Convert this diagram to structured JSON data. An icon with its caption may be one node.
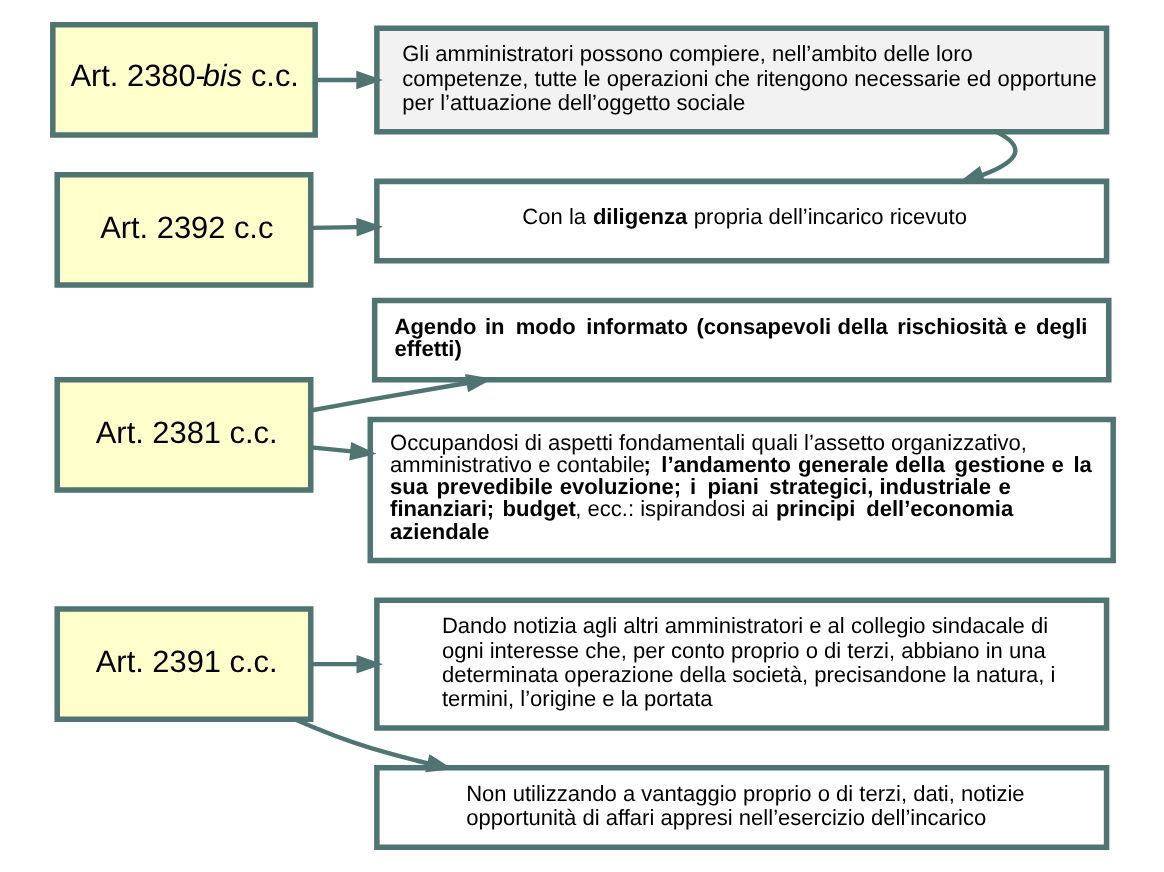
{
  "diagram": {
    "nodes": [
      {
        "text": [
          "Art. 2380-*bis* c.c."
        ]
      },
      {
        "text": [
          "Gli amministratori possono compiere, nell’ambito delle loro competenze, tutte le operazioni che ritengono necessarie ed opportune per l’attuazione dell’oggetto sociale"
        ]
      },
      {
        "text": [
          "Art. 2392 c.c"
        ]
      },
      {
        "text": [
          "Con la **diligenza** propria dell’incarico ricevuto"
        ]
      },
      {
        "text": [
          "Art. 2381 c.c."
        ]
      },
      {
        "text": [
          "Agendo in modo informato (consapevoli della rischiosità e degli effetti)"
        ]
      },
      {
        "text": [
          "Occupandosi di aspetti fondamentali quali l’assetto organizzativo, amministrativo e contabile**; l’andamento generale della gestione e la sua prevedibile evoluzione; i piani strategici, industriale e finanziari; budget**, ecc.: ispirandosi ai **principi dell’economia aziendale**"
        ]
      },
      {
        "text": [
          "Art. 2391 c.c."
        ]
      },
      {
        "text": [
          "Dando notizia agli altri amministratori e al collegio sindacale di ogni interesse che, per conto proprio o di terzi, abbiano in una determinata operazione della società, precisandone la natura, i termini, l’origine e la portata"
        ]
      },
      {
        "text": [
          "Non utilizzando a vantaggio proprio o di terzi, dati, notizie opportunità di affari appresi nell’esercizio dell’incarico"
        ]
      }
    ],
    "edges": [
      {
        "from": 0,
        "to": 1,
        "arrow": "to"
      },
      {
        "from": 1,
        "to": 3,
        "arrow": "to"
      },
      {
        "from": 2,
        "to": 3,
        "arrow": "to"
      },
      {
        "from": 4,
        "to": 5,
        "arrow": "to"
      },
      {
        "from": 4,
        "to": 6,
        "arrow": "to"
      },
      {
        "from": 7,
        "to": 8,
        "arrow": "to"
      },
      {
        "from": 7,
        "to": 9,
        "arrow": "to"
      }
    ]
  }
}
